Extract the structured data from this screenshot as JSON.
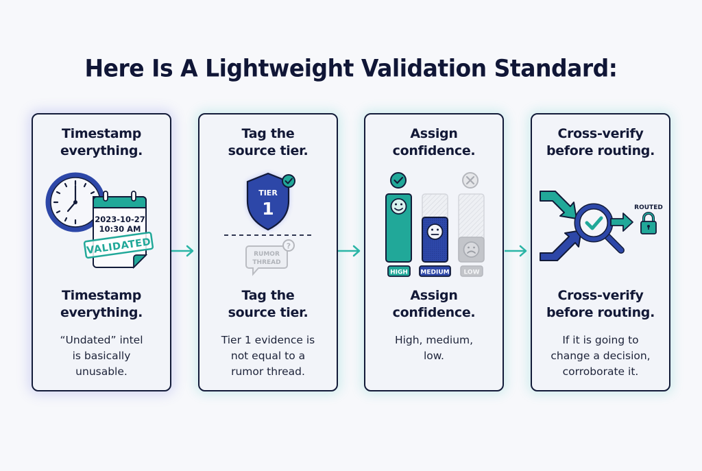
{
  "title": "Here Is A Lightweight Validation Standard:",
  "colors": {
    "navy": "#121a38",
    "teal": "#21a899",
    "blue": "#2d47a8",
    "gray": "#b5b7bd",
    "card_bg": "#f2f4f9"
  },
  "steps": [
    {
      "heading_line1": "Timestamp",
      "heading_line2": "everything.",
      "body_line1": "“Undated” intel",
      "body_line2": "is basically",
      "body_line3": "unusable.",
      "illustration": {
        "icons": [
          "clock-icon",
          "calendar-icon",
          "validated-stamp-icon"
        ],
        "date": "2023-10-27",
        "time": "10:30 AM",
        "stamp": "VALIDATED"
      }
    },
    {
      "heading_line1": "Tag the",
      "heading_line2": "source tier.",
      "body_line1": "Tier 1 evidence is",
      "body_line2": "not equal to a",
      "body_line3": "rumor thread.",
      "illustration": {
        "icons": [
          "shield-icon",
          "check-badge-icon",
          "speech-bubble-icon",
          "question-icon"
        ],
        "shield_label": "TIER",
        "shield_number": "1",
        "bubble_line1": "RUMOR",
        "bubble_line2": "THREAD"
      }
    },
    {
      "heading_line1": "Assign",
      "heading_line2": "confidence.",
      "body_line1": "High, medium,",
      "body_line2": "low.",
      "body_line3": "",
      "illustration": {
        "icons": [
          "check-circle-icon",
          "x-circle-icon",
          "happy-face-icon",
          "neutral-face-icon",
          "sad-face-icon"
        ],
        "levels": [
          {
            "label": "HIGH",
            "fill_pct": 100,
            "color": "#21a899"
          },
          {
            "label": "MEDIUM",
            "fill_pct": 55,
            "color": "#2d47a8"
          },
          {
            "label": "LOW",
            "fill_pct": 35,
            "color": "#b5b7bd"
          }
        ]
      }
    },
    {
      "heading_line1": "Cross-verify",
      "heading_line2": "before routing.",
      "body_line1": "If it is going to",
      "body_line2": "change a decision,",
      "body_line3": "corroborate it.",
      "illustration": {
        "icons": [
          "converging-arrows-icon",
          "magnifier-check-icon",
          "arrow-right-icon",
          "lock-icon"
        ],
        "routed_label": "ROUTED"
      }
    }
  ]
}
